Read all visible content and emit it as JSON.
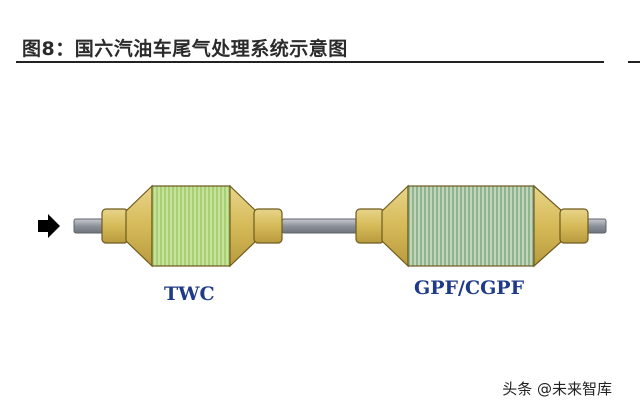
{
  "header": {
    "title": "图8：国六汽油车尾气处理系统示意图"
  },
  "diagram": {
    "units": [
      {
        "label": "TWC",
        "fill_color": "#b9d98a"
      },
      {
        "label": "GPF/CGPF",
        "fill_color": "#a9c4a6"
      }
    ],
    "colors": {
      "pipe": "#9aa0a8",
      "housing": "#d8be62",
      "flow_arrow": "#000000"
    },
    "icons": {
      "flow_arrow": "arrow-right-icon"
    }
  },
  "watermark": {
    "text": "头条 @未来智库"
  }
}
